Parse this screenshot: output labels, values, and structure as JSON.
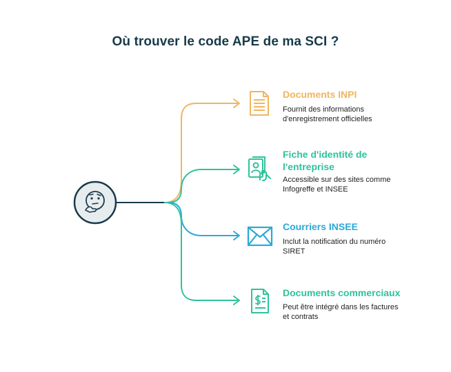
{
  "title": "Où trouver le code APE de ma SCI ?",
  "colors": {
    "dark": "#173a4a",
    "orange": "#f0b55e",
    "green": "#2ec29b",
    "blue": "#2aa9d8"
  },
  "center_node": {
    "icon": "thinking-face-icon"
  },
  "branches": [
    {
      "title": "Documents INPI",
      "description_lines": [
        "Fournit des informations",
        "d'enregistrement officielles"
      ],
      "icon": "document-lines-icon",
      "color": "#f0b55e"
    },
    {
      "title_lines": [
        "Fiche d'identité de",
        "l'entreprise"
      ],
      "description_lines": [
        "Accessible sur des sites comme",
        "Infogreffe et INSEE"
      ],
      "icon": "id-card-hand-icon",
      "color": "#2ec29b"
    },
    {
      "title": "Courriers INSEE",
      "description_lines": [
        "Inclut la notification du numéro",
        "SIRET"
      ],
      "icon": "envelope-icon",
      "color": "#2aa9d8"
    },
    {
      "title": "Documents commerciaux",
      "description_lines": [
        "Peut être intégré dans les factures",
        "et contrats"
      ],
      "icon": "invoice-dollar-icon",
      "color": "#2ec29b"
    }
  ]
}
